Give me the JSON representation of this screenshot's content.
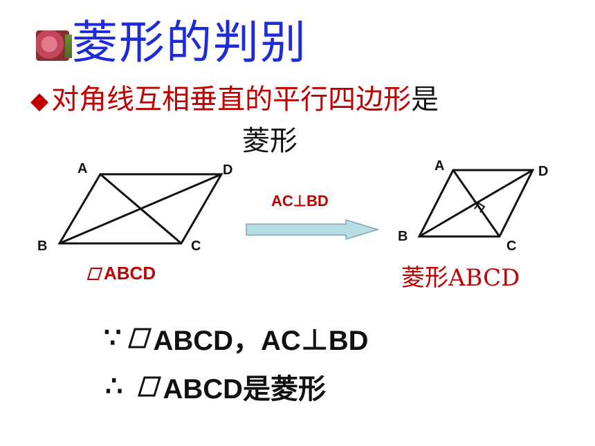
{
  "title": "菱形的判别",
  "statement": {
    "bullet": "◆",
    "red_text": "对角线互相垂直的平行四边形",
    "black_text": "是",
    "line2": "菱形"
  },
  "left_figure": {
    "vertices": {
      "A": "A",
      "B": "B",
      "C": "C",
      "D": "D"
    },
    "caption": "ABCD"
  },
  "arrow_label": "AC⊥BD",
  "right_figure": {
    "vertices": {
      "A": "A",
      "B": "B",
      "C": "C",
      "D": "D"
    },
    "caption": "菱形ABCD"
  },
  "proof": {
    "because_symbol": "∵",
    "line1_text": "ABCD，AC⊥BD",
    "therefore_symbol": "∴",
    "line2_text": "ABCD是菱形"
  },
  "colors": {
    "title": "#1f2bd6",
    "red": "#c00000",
    "arrow_fill": "#b7dde4"
  }
}
